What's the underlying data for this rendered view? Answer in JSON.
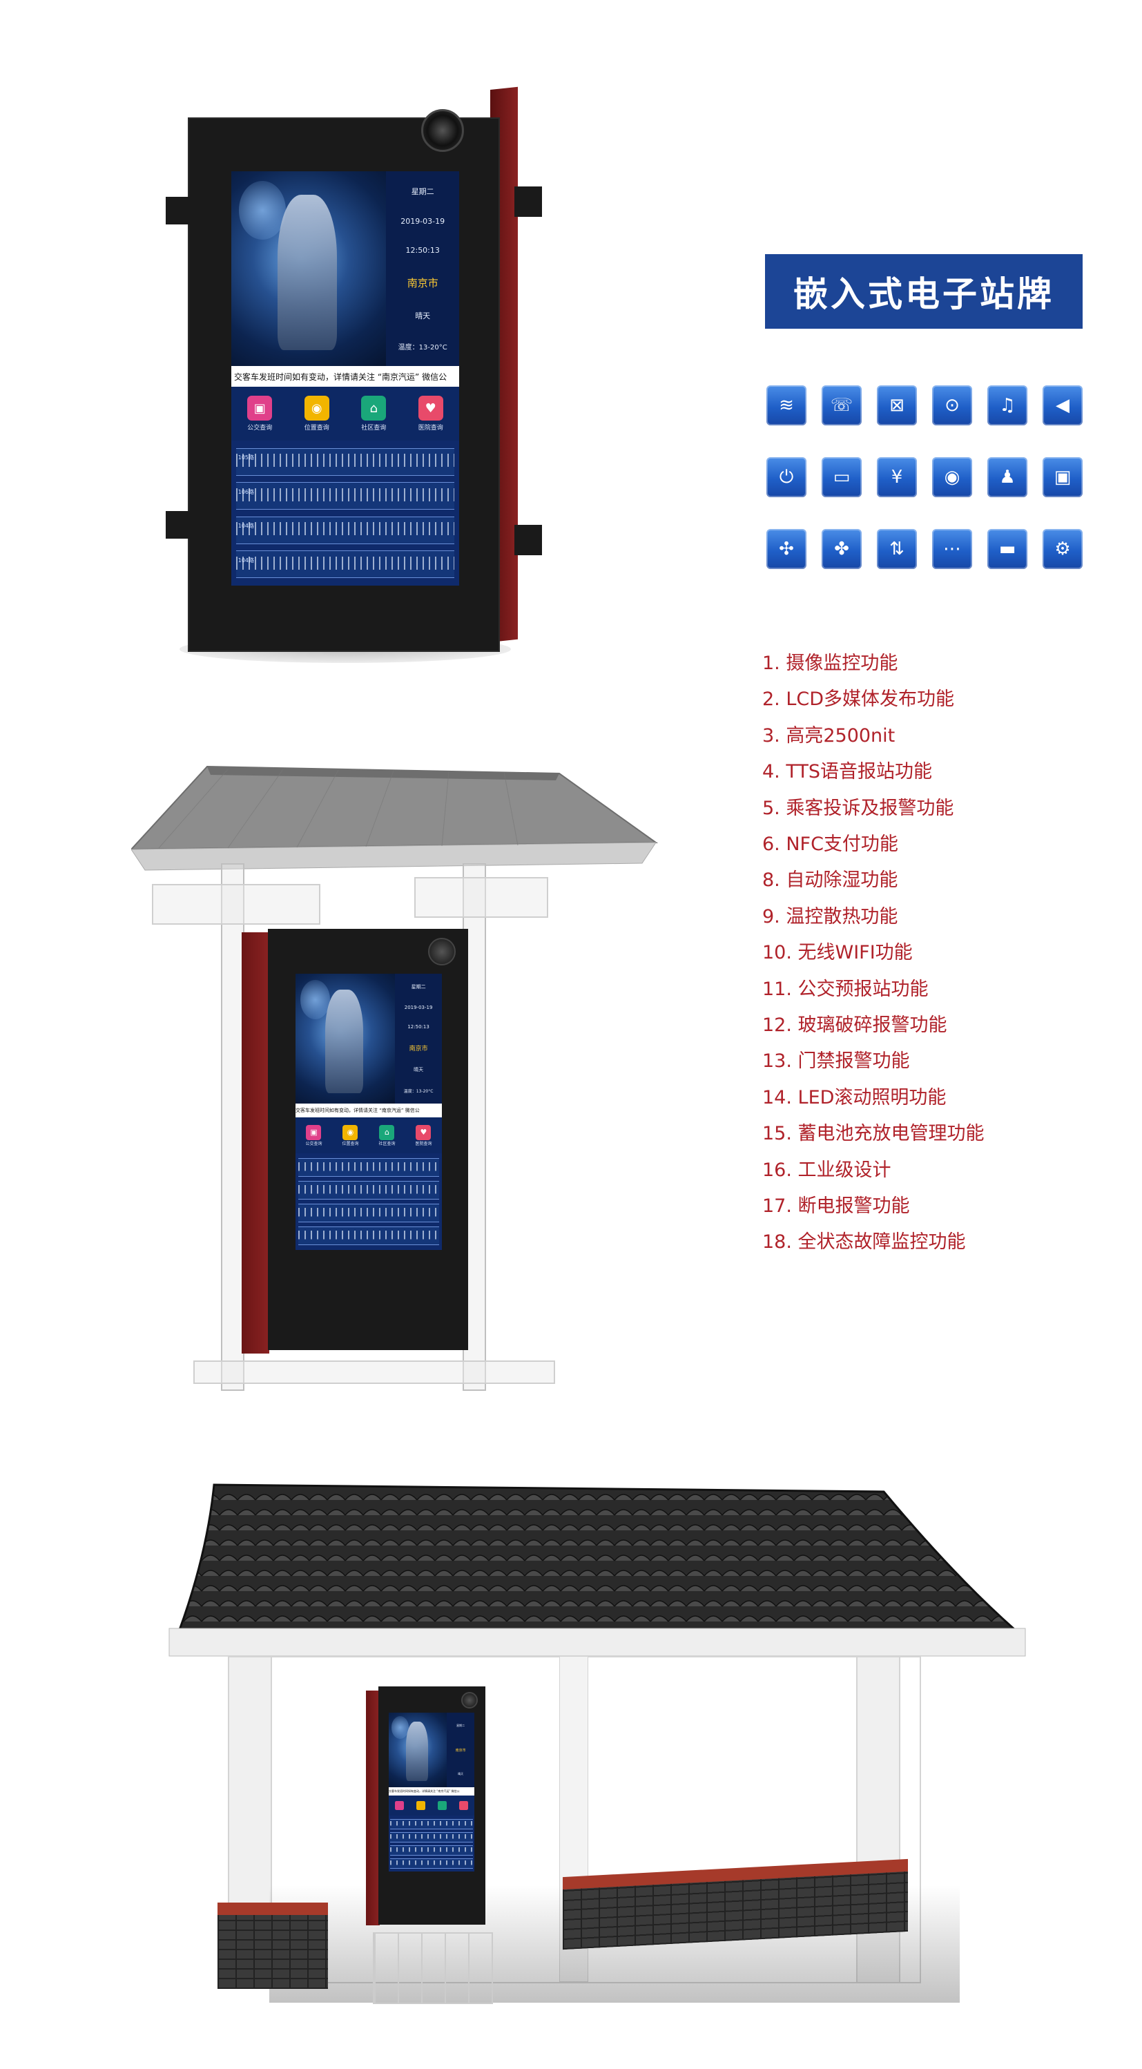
{
  "title": "嵌入式电子站牌",
  "screen": {
    "weekday": "星期二",
    "date": "2019-03-19",
    "time": "12:50:13",
    "city": "南京市",
    "weather": "晴天",
    "temperature": "温度：13-20°C",
    "ticker": "交客车发班时间如有变动，详情请关注 “南京汽运” 微信公",
    "apps": [
      {
        "label": "公交查询",
        "color": "#e0408a",
        "icon": "bus-icon"
      },
      {
        "label": "位置查询",
        "color": "#f2b500",
        "icon": "location-icon"
      },
      {
        "label": "社区查询",
        "color": "#1aa77a",
        "icon": "community-icon"
      },
      {
        "label": "医院查询",
        "color": "#e84a6a",
        "icon": "hospital-icon"
      }
    ],
    "routes": [
      "105路",
      "106路",
      "104路",
      "104路"
    ]
  },
  "icons": [
    {
      "name": "wifi-icon",
      "glyph": "≋"
    },
    {
      "name": "phone-call-icon",
      "glyph": "☏"
    },
    {
      "name": "screen-close-icon",
      "glyph": "⊠"
    },
    {
      "name": "location-pin-icon",
      "glyph": "⊙"
    },
    {
      "name": "bell-icon",
      "glyph": "♫"
    },
    {
      "name": "speaker-icon",
      "glyph": "◀"
    },
    {
      "name": "power-icon",
      "glyph": "⏻"
    },
    {
      "name": "display-panel-icon",
      "glyph": "▭"
    },
    {
      "name": "yuan-payment-icon",
      "glyph": "¥"
    },
    {
      "name": "camera-icon",
      "glyph": "◉"
    },
    {
      "name": "passenger-icon",
      "glyph": "♟"
    },
    {
      "name": "alarm-label-icon",
      "glyph": "▣"
    },
    {
      "name": "fan-icon",
      "glyph": "✣"
    },
    {
      "name": "heat-fan-icon",
      "glyph": "✤"
    },
    {
      "name": "up-down-arrows-icon",
      "glyph": "⇅"
    },
    {
      "name": "led-strip-icon",
      "glyph": "⋯"
    },
    {
      "name": "battery-icon",
      "glyph": "▬"
    },
    {
      "name": "gears-icon",
      "glyph": "⚙"
    }
  ],
  "features": [
    "1. 摄像监控功能",
    "2. LCD多媒体发布功能",
    "3. 高亮2500nit",
    "4. TTS语音报站功能",
    "5. 乘客投诉及报警功能",
    "6. NFC支付功能",
    "8. 自动除湿功能",
    "9. 温控散热功能",
    "10. 无线WIFI功能",
    "11. 公交预报站功能",
    "12. 玻璃破碎报警功能",
    "13. 门禁报警功能",
    "14. LED滚动照明功能",
    "15. 蓄电池充放电管理功能",
    "16. 工业级设计",
    "17. 断电报警功能",
    "18. 全状态故障监控功能"
  ],
  "colors": {
    "title_bg": "#1c4596",
    "feature_text": "#b0222a",
    "cabinet": "#1b1b1b",
    "cabinet_side": "#7a1a1a"
  }
}
